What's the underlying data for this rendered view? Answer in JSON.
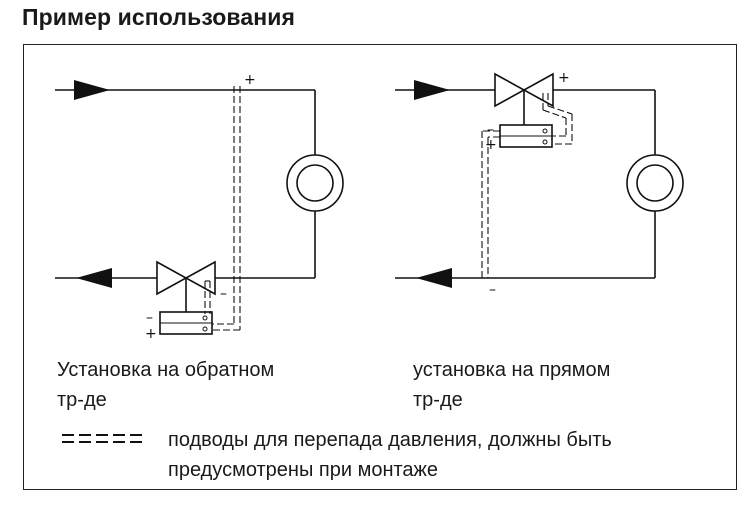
{
  "title": "Пример использования",
  "diagram_left": {
    "caption": "Установка на обратном\nтр-де",
    "sign_pipe_plus": "+",
    "sign_valve_minus": "–",
    "sign_box_minus": "–",
    "sign_box_plus": "+"
  },
  "diagram_right": {
    "caption": "установка на прямом\nтр-де",
    "sign_valve_plus": "+",
    "sign_box_minus": "–",
    "sign_box_plus": "+",
    "sign_pipe_minus": "–"
  },
  "legend": {
    "symbol": "=====",
    "text": "подводы для перепада давления, должны быть\nпредусмотрены при монтаже"
  }
}
